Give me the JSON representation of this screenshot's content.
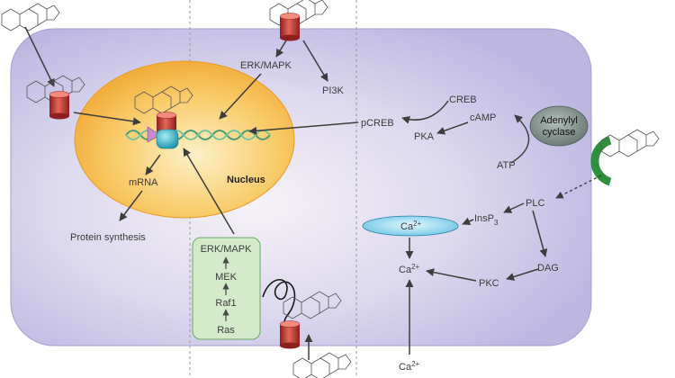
{
  "colors": {
    "cell_fill": "#c7c3e6",
    "nucleus_fill": "#f7b847",
    "receptor_red": "#b8302c",
    "dna_green": "#4b9a78",
    "transcription_factor": "#27a6b8",
    "kinase_box_fill": "#d3ebc9",
    "calcium_store": "#7fcfe9",
    "adenylyl_cyclase": "#7d8d88",
    "channel_green": "#2e8f3c",
    "arrow": "#3d3d3d"
  },
  "icons": [
    "steroid-molecule-icon",
    "receptor-cylinder-icon",
    "dna-helix-icon",
    "calcium-channel-icon",
    "gpcr-icon"
  ],
  "labels": {
    "nucleus": "Nucleus",
    "mrna": "mRNA",
    "protein_synthesis": "Protein synthesis",
    "erk_mapk_top": "ERK/MAPK",
    "pi3k": "PI3K",
    "creb": "CREB",
    "camp": "cAMP",
    "pcreb": "pCREB",
    "pka": "PKA",
    "adenylyl_line1": "Adenylyl",
    "adenylyl_line2": "cyclase",
    "atp": "ATP",
    "plc": "PLC",
    "insp3": "InsP",
    "insp3_sub": "3",
    "ca_store": "Ca",
    "ca_store_sup": "2+",
    "ca_mid": "Ca",
    "ca_mid_sup": "2+",
    "dag": "DAG",
    "pkc": "PKC",
    "ca_bottom": "Ca",
    "ca_bottom_sup": "2+",
    "box_erk_mapk": "ERK/MAPK",
    "box_mek": "MEK",
    "box_raf1": "Raf1",
    "box_ras": "Ras"
  }
}
